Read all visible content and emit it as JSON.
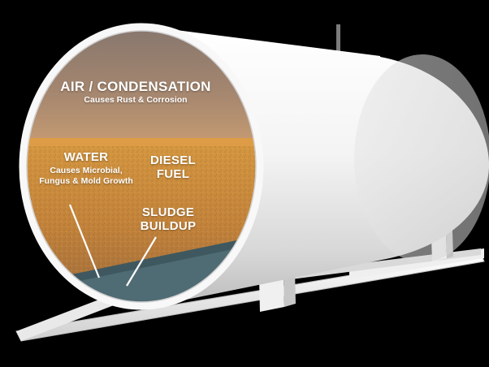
{
  "diagram": {
    "air": {
      "title": "AIR / CONDENSATION",
      "subtitle": "Causes Rust & Corrosion"
    },
    "water": {
      "title": "WATER",
      "subtitle_line1": "Causes Microbial,",
      "subtitle_line2": "Fungus & Mold Growth"
    },
    "diesel": {
      "line1": "DIESEL",
      "line2": "FUEL"
    },
    "sludge": {
      "line1": "SLUDGE",
      "line2": "BUILDUP"
    }
  },
  "colors": {
    "background": "#000000",
    "tank": "#f2f2f2",
    "tank_shade": "#c9c9c9",
    "air_zone": "#b08f78",
    "fuel_zone": "#c98a3c",
    "water_zone": "#4f6b73",
    "label": "#ffffff"
  }
}
